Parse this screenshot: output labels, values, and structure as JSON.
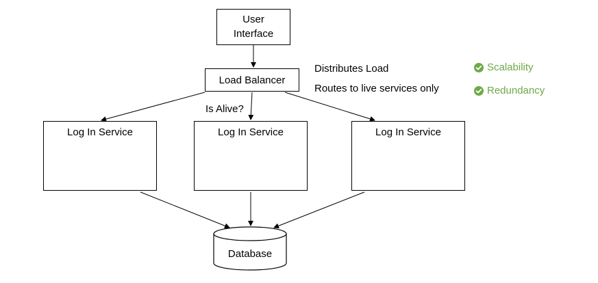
{
  "nodes": {
    "user_interface": [
      "User",
      "Interface"
    ],
    "load_balancer": "Load Balancer",
    "services": [
      "Log In Service",
      "Log In Service",
      "Log In Service"
    ],
    "database": "Database"
  },
  "annotations": {
    "distributes": "Distributes Load",
    "routes": "Routes to live services only",
    "is_alive": "Is Alive?"
  },
  "benefits": [
    {
      "label": "Scalability",
      "icon": "check-circle-icon"
    },
    {
      "label": "Redundancy",
      "icon": "check-circle-icon"
    }
  ],
  "colors": {
    "benefit": "#6FA94A",
    "line": "#000000"
  }
}
